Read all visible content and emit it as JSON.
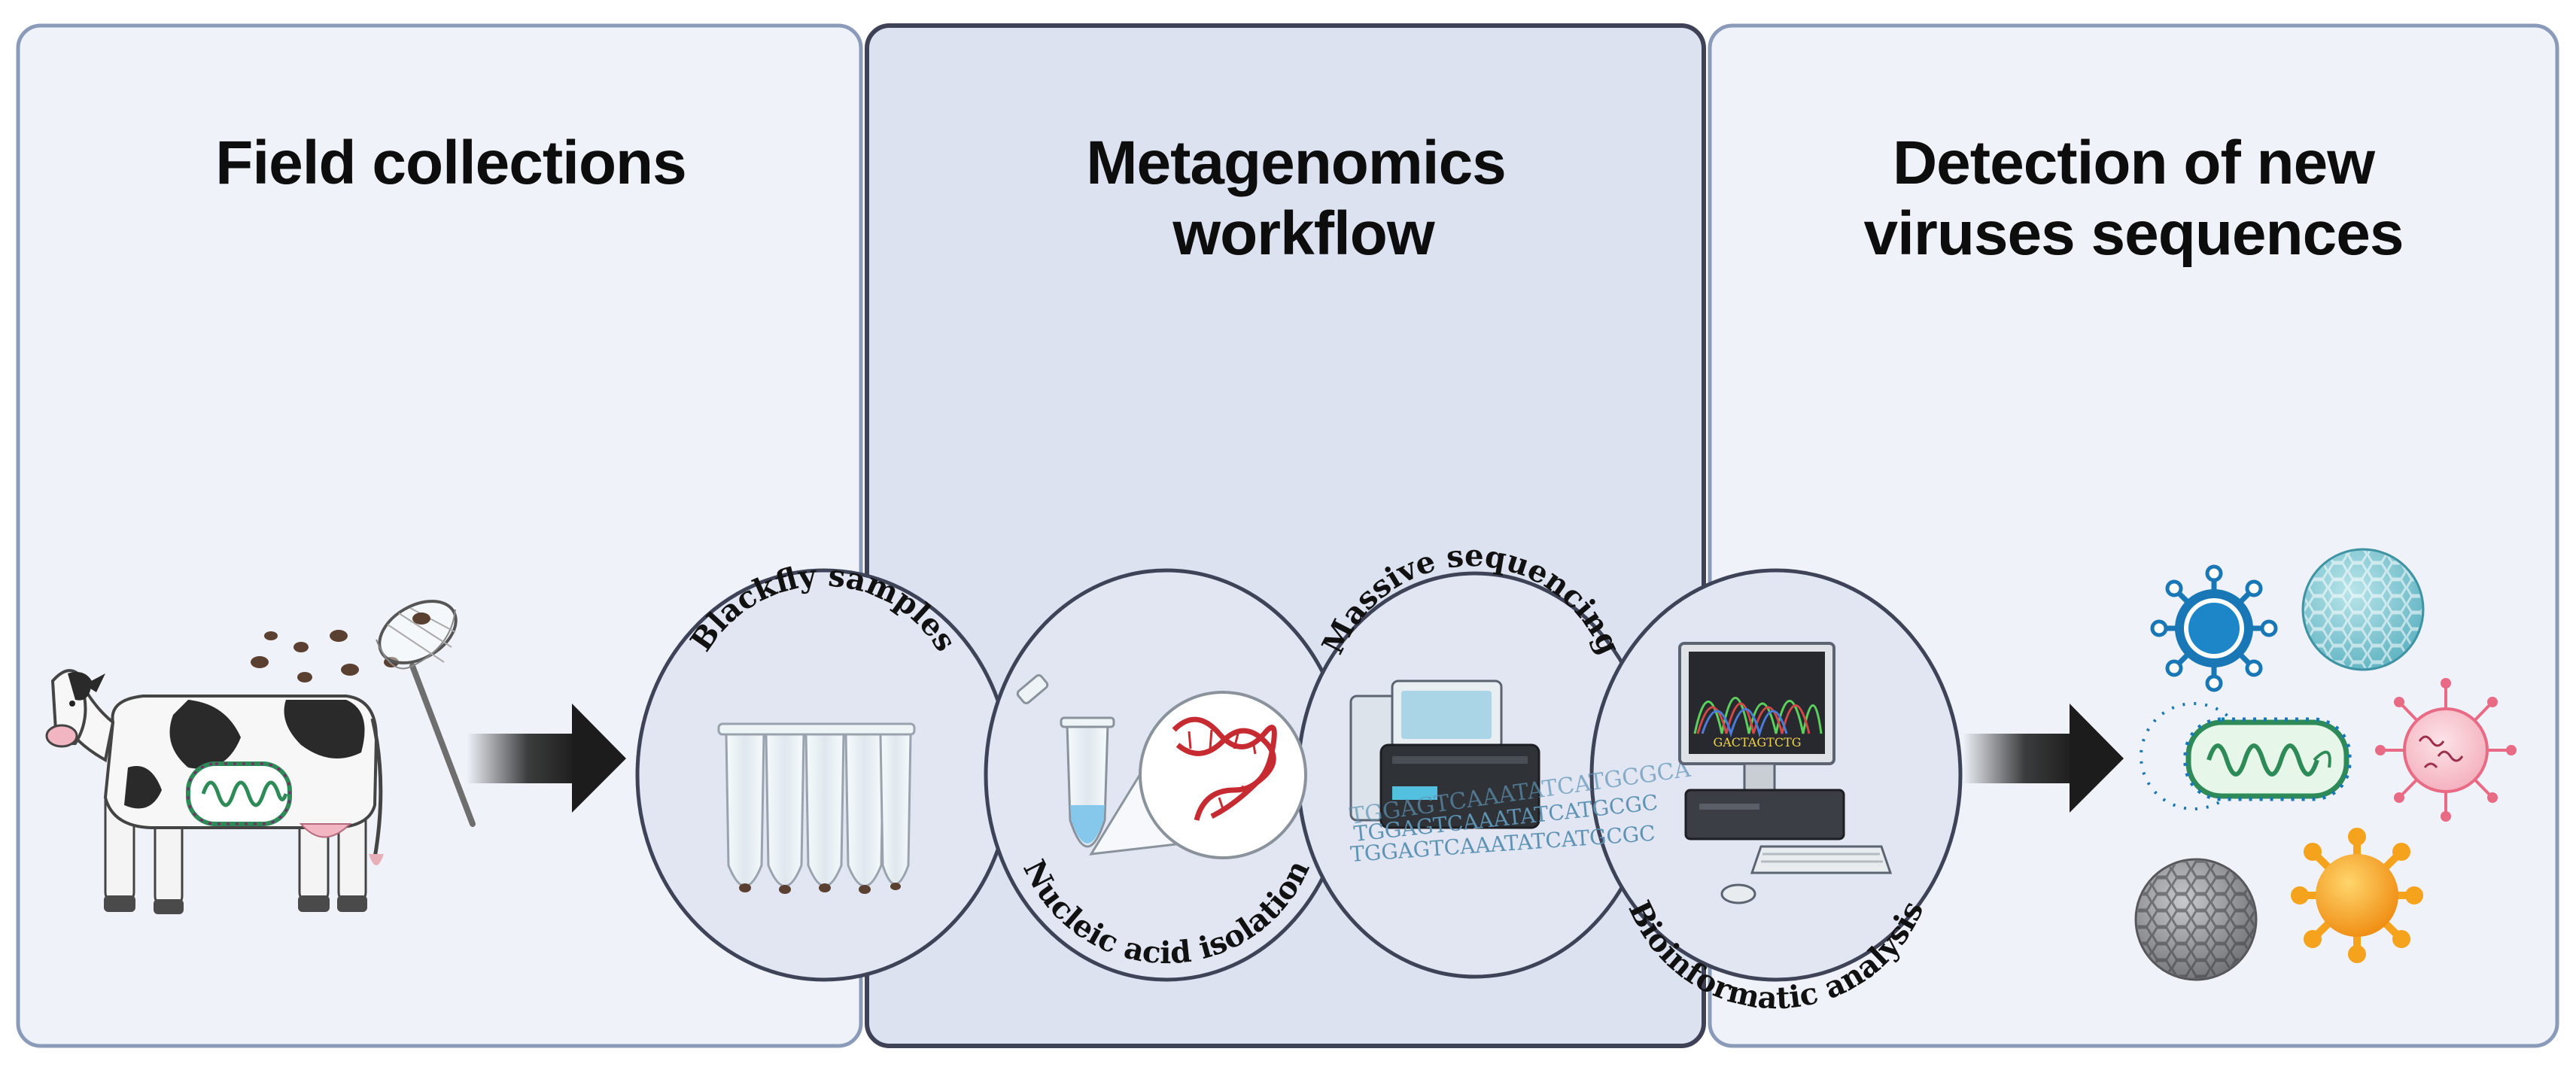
{
  "panels": [
    {
      "title_lines": [
        "Field collections"
      ]
    },
    {
      "title_lines": [
        "Metagenomics",
        "workflow"
      ]
    },
    {
      "title_lines": [
        "Detection of new",
        "viruses sequences"
      ]
    }
  ],
  "steps": [
    {
      "label": "Blackfly samples"
    },
    {
      "label": "Nucleic acid isolation"
    },
    {
      "label": "Massive sequencing"
    },
    {
      "label": "Bioinformatic analysis"
    }
  ],
  "sequence": {
    "lines": [
      "TGGAGTCAAATATCATGCGCA",
      "TGGAGTCAAATATCATGCGC",
      "TGGAGTCAAATATCATGCGC"
    ],
    "screen_text": "GACTAGTCTG"
  },
  "colors": {
    "panel_left_fill": "#eff3f9",
    "panel_mid_fill": "#dde2f1",
    "panel_border": "#8a9bba",
    "panel_mid_border": "#3f4256",
    "circle_fill": "#e2e6f3",
    "circle_stroke": "#3f4357",
    "arrow": "#1c1c1c",
    "virus_blue": "#1977b5",
    "virus_teal": "#7ec8d3",
    "virus_pink": "#e86a85",
    "virus_orange": "#f5a21c",
    "virus_gray": "#8d8f93",
    "dna_red": "#c62b31",
    "capsid_green": "#2e8b57"
  },
  "icons": [
    "cow-icon",
    "insect-net-icon",
    "blackfly-icon",
    "sample-tubes-icon",
    "microtube-icon",
    "dna-helix-icon",
    "sequencer-icon",
    "computer-icon",
    "adenovirus-icon",
    "coronavirus-icon",
    "capsid-icon",
    "paramyxovirus-icon",
    "herpesvirus-icon"
  ]
}
